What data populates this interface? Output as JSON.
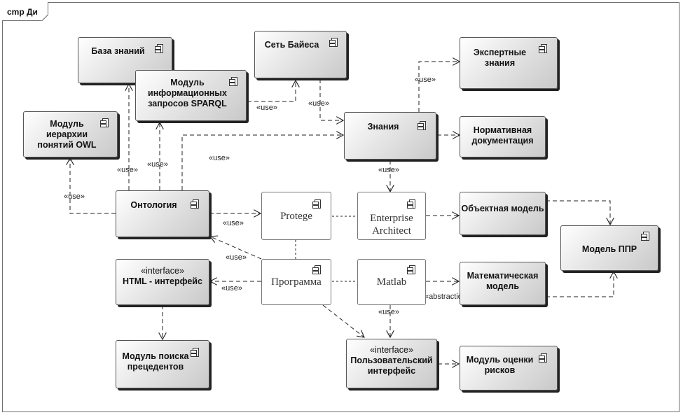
{
  "diagram": {
    "frame_title": "cmp Ди",
    "components": {
      "kb": {
        "label": "База знаний"
      },
      "bayes": {
        "label": "Сеть Байеса"
      },
      "sparql": {
        "label1": "Модуль",
        "label2": "информационных",
        "label3": "запросов SPARQL"
      },
      "owl": {
        "label1": "Модуль",
        "label2": "иерархии",
        "label3": "понятий OWL"
      },
      "expert": {
        "label1": "Экспертные",
        "label2": "знания"
      },
      "knowledge": {
        "label": "Знания"
      },
      "normative": {
        "label1": "Нормативная",
        "label2": "документация"
      },
      "ontology": {
        "label": "Онтология"
      },
      "protege": {
        "label": "Protege"
      },
      "ea": {
        "label1": "Enterprise",
        "label2": "Architect"
      },
      "object_model": {
        "label": "Объектная модель"
      },
      "ppr": {
        "label": "Модель ППР"
      },
      "html_if": {
        "stereotype": "«interface»",
        "label": "HTML - интерфейс"
      },
      "program": {
        "label": "Программа"
      },
      "matlab": {
        "label": "Matlab"
      },
      "math_model": {
        "label1": "Математическая",
        "label2": "модель"
      },
      "precedent": {
        "label1": "Модуль поиска",
        "label2": "прецедентов"
      },
      "user_if": {
        "stereotype": "«interface»",
        "label1": "Пользовательский",
        "label2": "интерфейс"
      },
      "risk": {
        "label1": "Модуль оценки",
        "label2": "рисков"
      }
    },
    "labels": {
      "use_expert": "«use»",
      "use_sparql_bayes": "«use»",
      "use_bayes_knowledge": "«use»",
      "use_onto_kb": "«use»",
      "use_onto_sparql": "«use»",
      "use_onto_knowledge": "«use»",
      "use_onto_owl": "«use»",
      "use_knowledge_ea": "«use»",
      "use_onto_protege": "«use»",
      "use_program_onto": "«use»",
      "use_program_html": "«use»",
      "use_matlab_userif": "«use»",
      "abstraction": "«abstraction»"
    }
  }
}
